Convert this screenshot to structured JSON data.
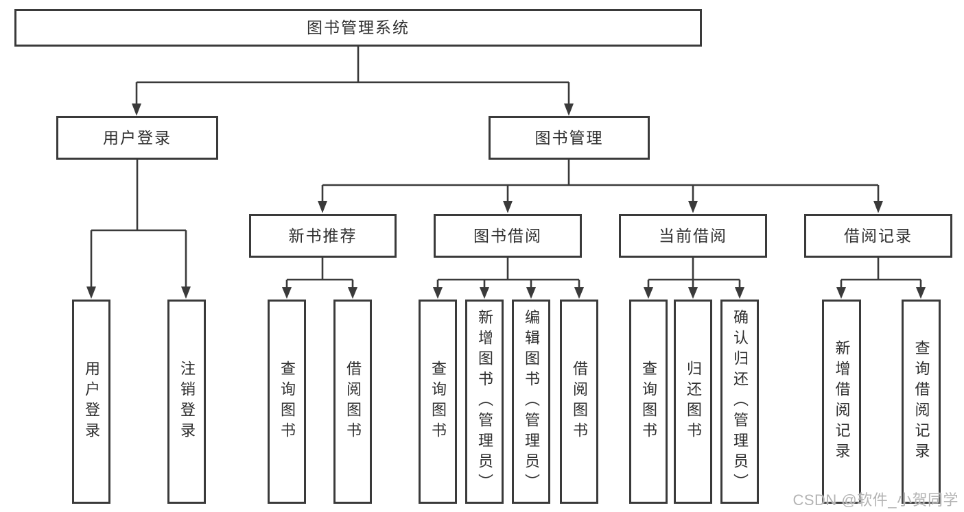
{
  "diagram": {
    "root": {
      "label": "图书管理系统"
    },
    "branches": [
      {
        "label": "用户登录",
        "children": [
          {
            "label": "用户登录"
          },
          {
            "label": "注销登录"
          }
        ]
      },
      {
        "label": "图书管理",
        "children": [
          {
            "label": "新书推荐",
            "children": [
              {
                "label": "查询图书"
              },
              {
                "label": "借阅图书"
              }
            ]
          },
          {
            "label": "图书借阅",
            "children": [
              {
                "label": "查询图书"
              },
              {
                "label": "新增图书（管理员）"
              },
              {
                "label": "编辑图书（管理员）"
              },
              {
                "label": "借阅图书"
              }
            ]
          },
          {
            "label": "当前借阅",
            "children": [
              {
                "label": "查询图书"
              },
              {
                "label": "归还图书"
              },
              {
                "label": "确认归还（管理员）"
              }
            ]
          },
          {
            "label": "借阅记录",
            "children": [
              {
                "label": "新增借阅记录"
              },
              {
                "label": "查询借阅记录"
              }
            ]
          }
        ]
      }
    ]
  },
  "watermark": {
    "text": "CSDN @软件_小贺同学"
  },
  "colors": {
    "line": "#3a3a3a",
    "box_border": "#3a3a3a",
    "text": "#2f2f2f",
    "background": "#ffffff",
    "watermark": "#b3b3b3"
  }
}
